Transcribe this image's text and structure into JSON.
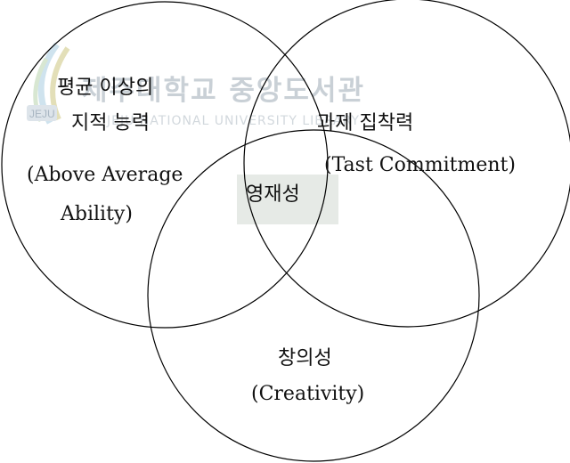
{
  "watermark": {
    "title": "제주대학교 중앙도서관",
    "subtitle": "JEJU NATIONAL UNIVERSITY LIBRARY",
    "logo_text": "JEJU"
  },
  "circles": {
    "left": {
      "line1": "평균 이상의",
      "line2": "지적 능력",
      "line3": "(Above Average",
      "line4": "Ability)"
    },
    "right": {
      "line1": "과제 집착력",
      "line2": "(Tast Commitment)"
    },
    "bottom": {
      "line1": "창의성",
      "line2": "(Creativity)"
    },
    "center": {
      "label": "영재성"
    }
  },
  "colors": {
    "stroke": "#000000",
    "center_fill": "#e6eae6",
    "watermark": "#c9d0d6"
  }
}
